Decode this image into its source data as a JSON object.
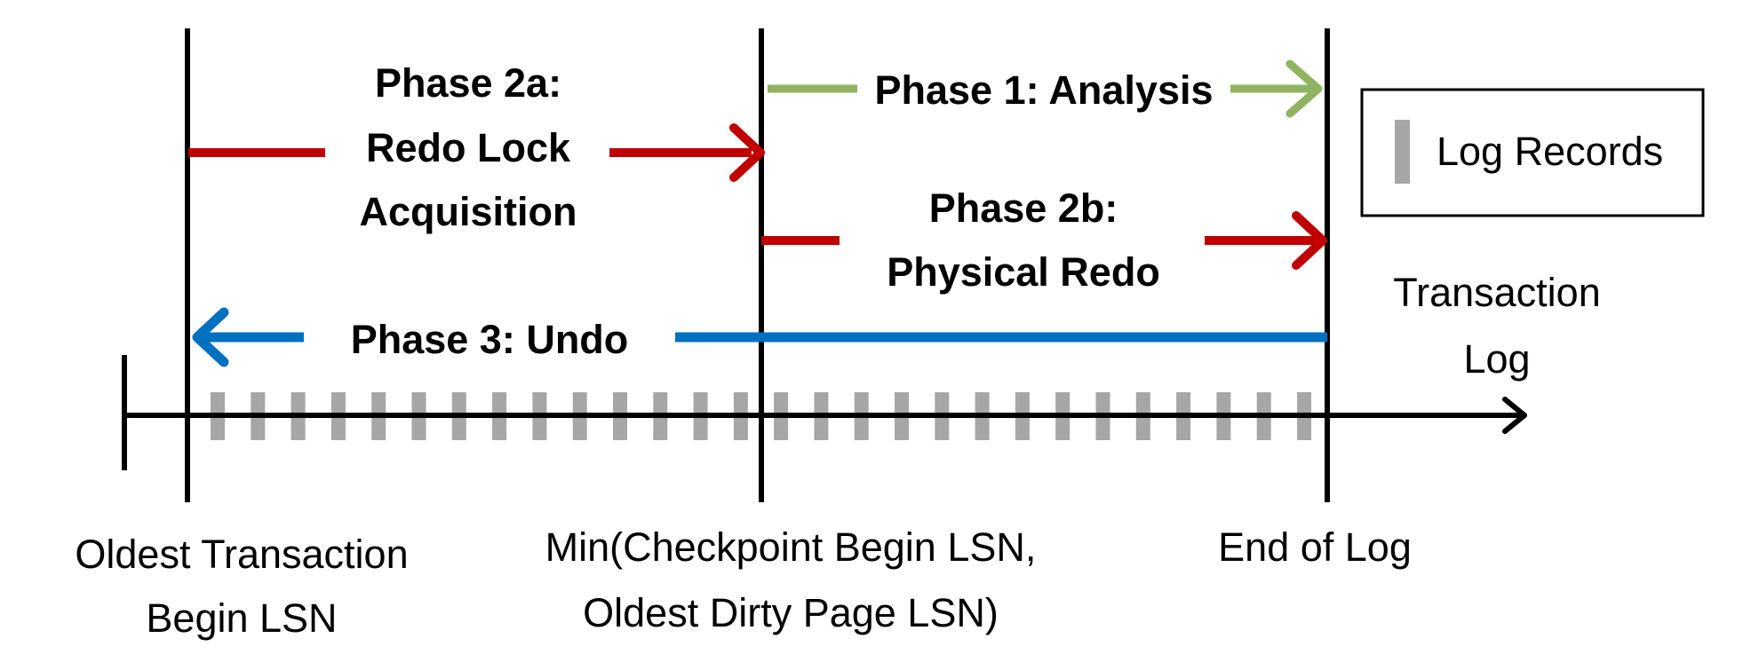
{
  "phases": {
    "phase1": {
      "label": "Phase 1: Analysis",
      "color": "#8fb360"
    },
    "phase2a": {
      "line1": "Phase 2a:",
      "line2": "Redo Lock",
      "line3": "Acquisition",
      "color": "#c00000"
    },
    "phase2b": {
      "line1": "Phase 2b:",
      "line2": "Physical Redo",
      "color": "#c00000"
    },
    "phase3": {
      "label": "Phase 3: Undo",
      "color": "#0070c0"
    }
  },
  "legend": {
    "label": "Log Records",
    "swatch_color": "#a6a6a6"
  },
  "axis": {
    "label_line1": "Transaction",
    "label_line2": "Log"
  },
  "markers": {
    "oldest": {
      "line1": "Oldest Transaction",
      "line2": "Begin LSN"
    },
    "min": {
      "line1": "Min(Checkpoint Begin LSN,",
      "line2": "Oldest Dirty Page LSN)"
    },
    "end": {
      "line1": "End of Log"
    }
  },
  "log_record_count": 28
}
